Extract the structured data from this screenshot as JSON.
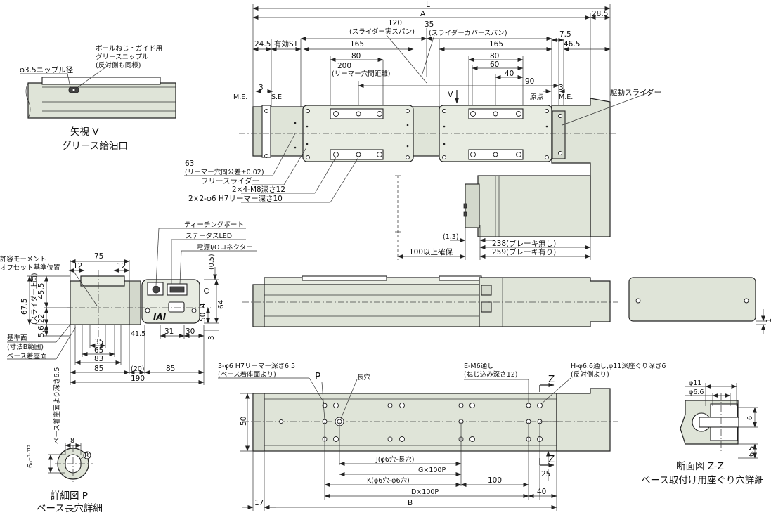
{
  "dims_top": {
    "L": "L",
    "A": "A",
    "d285": "28.5",
    "d120": "120",
    "span_real": "(スライダー実スパン)",
    "d35": "35",
    "span_cover": "(スライダーカバースパン)",
    "d245": "24.5",
    "eff_st": "有効ST",
    "d165a": "165",
    "d165b": "165",
    "d80a": "80",
    "d80b": "80",
    "d60": "60",
    "d40": "40",
    "d90": "90",
    "d200": "200",
    "reamer_dist": "(リーマー穴間距離)",
    "d75": "7.5",
    "d465": "46.5",
    "d3a": "3",
    "d3b": "3",
    "me_left": "M.E.",
    "se": "S.E.",
    "origin": "原点",
    "me_right": "M.E.",
    "arrow_v": "V",
    "drive_slider": "駆動スライダー",
    "d63": "63",
    "reamer_tol": "(リーマー穴間公差±0.02)",
    "free_slider": "フリースライダー",
    "m8": "2×4-M8深さ12",
    "phi6_reamer": "2×2-φ6 H7リーマー深さ10",
    "d13": "(1.3)",
    "d238": "238(ブレーキ無し)",
    "d259": "259(ブレーキ有り)",
    "d100_secure": "100以上確保"
  },
  "view_v": {
    "nipple_label_1": "ボールねじ・ガイド用",
    "nipple_label_2": "グリースニップル",
    "nipple_label_3": "(反対側も同様)",
    "nipple_dia": "φ3.5ニップル径",
    "title_1": "矢視 V",
    "title_2": "グリース給油口"
  },
  "end_view": {
    "teach_port": "ティーチングポート",
    "status_led": "ステータスLED",
    "io_conn": "電源I/Oコネクター",
    "moment_1": "許容モーメント",
    "moment_2": "オフセット基準位置",
    "d75": "75",
    "d12a": "12",
    "d12b": "12",
    "d05": "(0.5)",
    "d675": "67.5",
    "slider_top": "(スライダー上面)",
    "d455": "45.5",
    "d22": "22",
    "d56": "5.6",
    "d50": "50",
    "d4": "4",
    "d64": "64",
    "d3": "3",
    "d415": "41.5",
    "d31": "31",
    "d30": "30",
    "d35": "35",
    "d65": "65",
    "d83": "83",
    "d85a": "85",
    "d20": "(20)",
    "d85b": "85",
    "d190": "190",
    "ref_plane": "基準面",
    "ref_range": "(寸法B範囲)",
    "base_seat": "ベース着座面",
    "logo": "IAI"
  },
  "side_view": {
    "d1": "1"
  },
  "bottom_view": {
    "reamer_3": "3-φ6 H7リーマー深さ6.5",
    "reamer_3_sub": "(ベース着座面より)",
    "label_p": "P",
    "long_hole": "長穴",
    "e_m6": "E-M6通し",
    "e_m6_sub": "(ねじ込み深さ12)",
    "h_hole": "H-φ6.6通し,φ11深座ぐり深さ6",
    "h_hole_sub": "(反対側より)",
    "z_top": "Z",
    "z_bottom": "Z",
    "d50": "50",
    "d25": "25",
    "dim_j": "J(φ6穴-長穴)",
    "dim_g": "G×100P",
    "dim_k": "K(φ6穴-φ6穴)",
    "d100": "100",
    "dim_d": "D×100P",
    "d40": "40",
    "d17": "17",
    "dim_b": "B"
  },
  "detail_p": {
    "d8": "8",
    "r": "R",
    "tol": "6₀⁺⁰·⁰¹²",
    "depth": "ベース着座面より深さ6.5",
    "title_1": "詳細図 P",
    "title_2": "ベース長穴詳細"
  },
  "section_zz": {
    "phi11": "φ11",
    "phi66": "φ6.6",
    "d6": "6",
    "d65": "6.5",
    "title_1": "断面図 Z-Z",
    "title_2": "ベース取付け用座ぐり穴詳細"
  }
}
